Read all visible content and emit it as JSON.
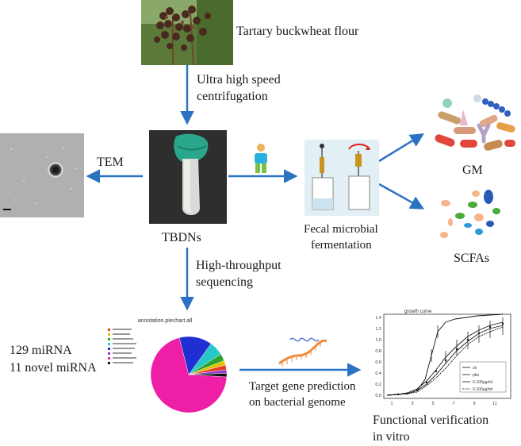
{
  "labels": {
    "source": "Tartary buckwheat flour",
    "centrifugation": [
      "Ultra high speed",
      "centrifugation"
    ],
    "tem": "TEM",
    "tbdns": "TBDNs",
    "fecal": [
      "Fecal microbial",
      "fermentation"
    ],
    "gm": "GM",
    "scfas": "SCFAs",
    "sequencing": [
      "High-throughput",
      "sequencing"
    ],
    "mirna_count": "129  miRNA",
    "novel_mirna": "11 novel miRNA",
    "target_prediction": [
      "Target gene prediction",
      "on bacterial genome"
    ],
    "functional": [
      "Functional verification",
      "in vitro"
    ]
  },
  "pie_chart": {
    "title": "annotation.piechart.all",
    "slices": [
      {
        "value": 70,
        "color": "#ee1fa6"
      },
      {
        "value": 14,
        "color": "#1f2fd1"
      },
      {
        "value": 6,
        "color": "#28c8c8"
      },
      {
        "value": 3,
        "color": "#2aa52a"
      },
      {
        "value": 2,
        "color": "#e0c000"
      },
      {
        "value": 2,
        "color": "#e83a2a"
      },
      {
        "value": 1.5,
        "color": "#8a3bd0"
      },
      {
        "value": 1.5,
        "color": "#101010"
      }
    ]
  },
  "growth_chart": {
    "title": "growth curve",
    "y_ticks": [
      "1.4",
      "1.2",
      "1.0",
      "0.8",
      "0.6",
      "0.4",
      "0.2",
      "0.0"
    ],
    "x_ticks": [
      "1",
      "3",
      "5",
      "7",
      "9",
      "11"
    ],
    "legend": [
      "ck",
      "pbs",
      "0-100μg/ml",
      "0-100μg/ml"
    ]
  },
  "colors": {
    "arrow": "#2b73c2",
    "text": "#1a1a1a"
  }
}
